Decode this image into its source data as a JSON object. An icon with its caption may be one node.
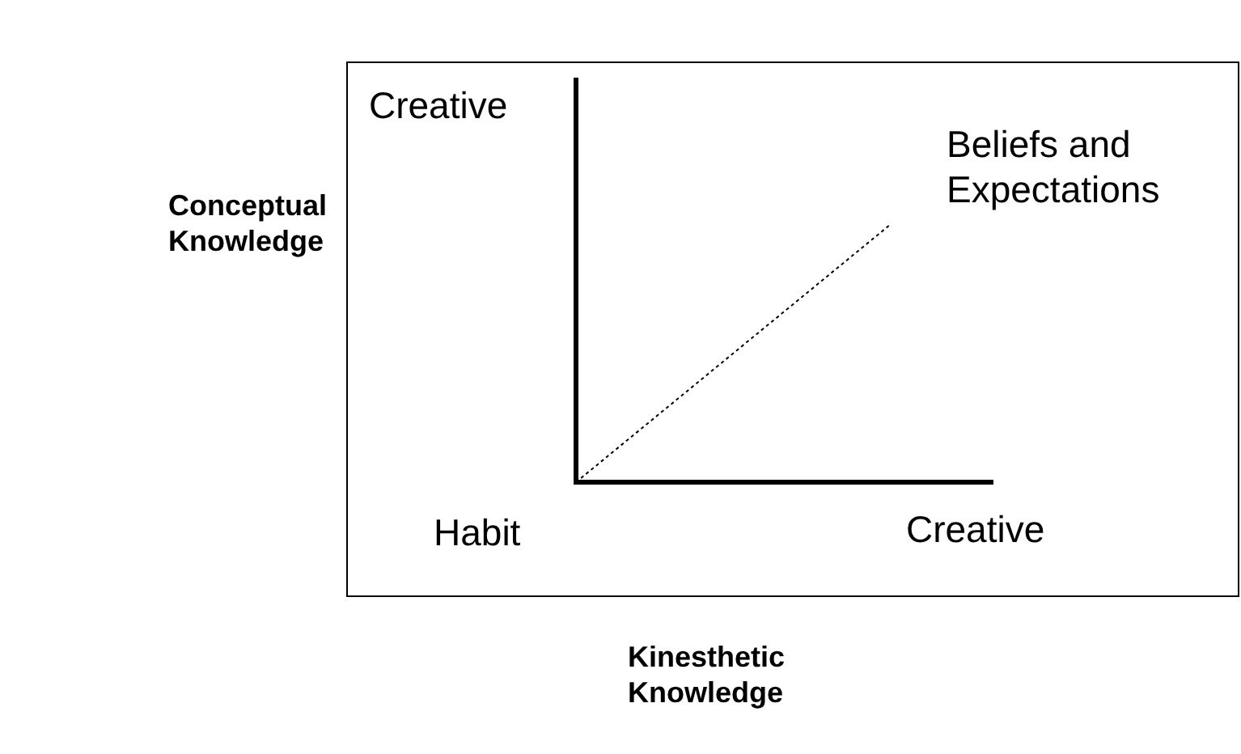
{
  "diagram": {
    "labels": [
      "Creative",
      "Beliefs and Expectations",
      "Conceptual Knowledge",
      "Habit",
      "Creative",
      "Kinesthetic Knowledge"
    ]
  }
}
